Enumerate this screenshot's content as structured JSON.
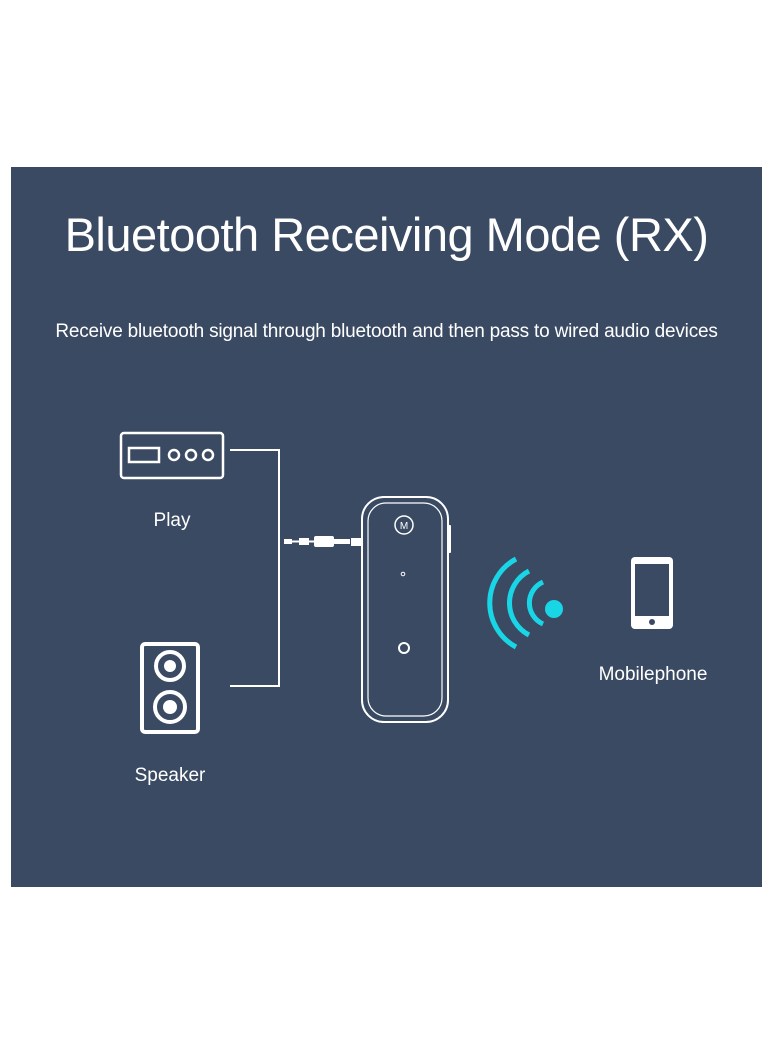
{
  "title": "Bluetooth Receiving Mode (RX)",
  "subtitle": "Receive bluetooth signal through bluetooth and then pass to wired audio devices",
  "devices": {
    "play": {
      "label": "Play",
      "icon": "audio-player-icon"
    },
    "speaker": {
      "label": "Speaker",
      "icon": "speaker-icon"
    },
    "receiver": {
      "icon": "bluetooth-receiver-icon",
      "button_text": "M"
    },
    "mobile": {
      "label": "Mobilephone",
      "icon": "mobilephone-icon"
    }
  },
  "colors": {
    "background": "#3a4a63",
    "text": "#ffffff",
    "signal": "#19d6e6"
  }
}
